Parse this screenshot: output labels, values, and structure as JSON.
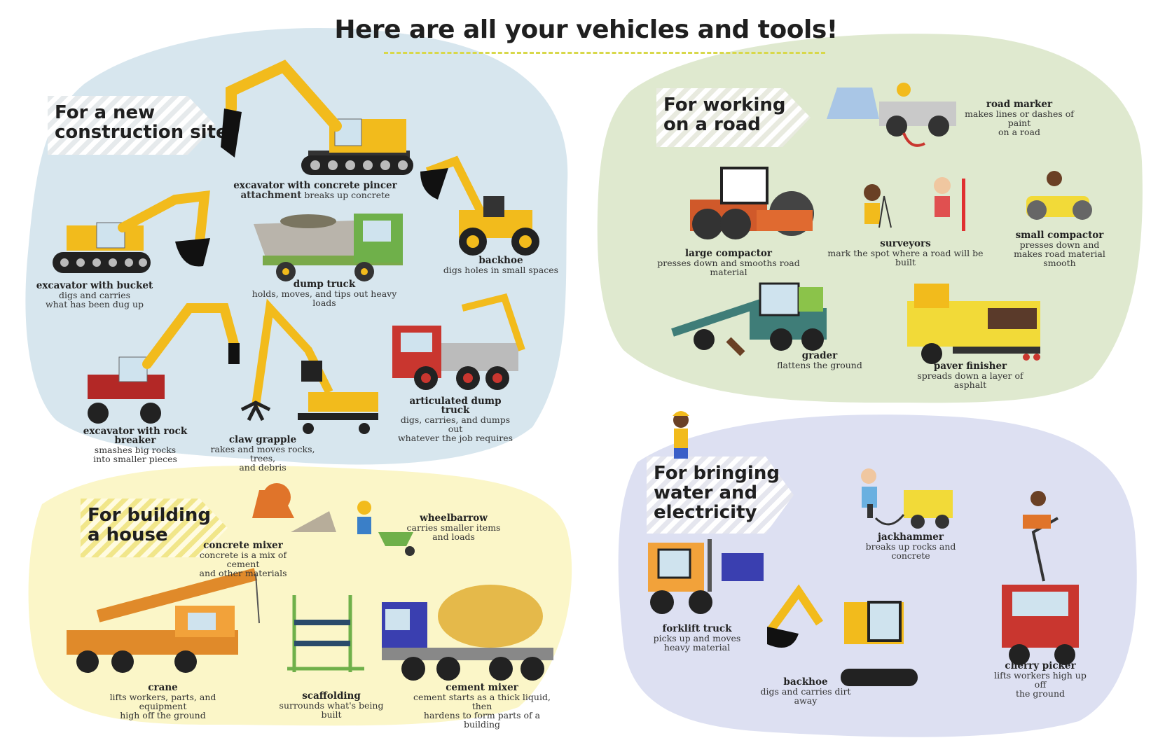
{
  "title": "Here are all your  vehicles and tools!",
  "colors": {
    "site_blob": "#d7e6ee",
    "road_blob": "#dfe9cf",
    "house_blob": "#fbf6c8",
    "utility_blob": "#dde0f2",
    "accent_yellow": "#f2bb1c",
    "stripe": "#dfe3e6"
  },
  "sections": {
    "site": {
      "heading": "For a new\nconstruction site",
      "items": [
        {
          "name": "excavator with concrete pincer",
          "name2": "attachment",
          "desc": "breaks up concrete",
          "icon": "excavator-pincer-icon"
        },
        {
          "name": "excavator with bucket",
          "desc": "digs and carries\nwhat has been dug up",
          "icon": "excavator-bucket-icon"
        },
        {
          "name": "dump truck",
          "desc": "holds, moves, and tips out heavy loads",
          "icon": "dump-truck-icon"
        },
        {
          "name": "backhoe",
          "desc": "digs holes in small spaces",
          "icon": "backhoe-icon"
        },
        {
          "name": "excavator with rock breaker",
          "desc": "smashes big rocks\ninto smaller pieces",
          "icon": "excavator-rock-breaker-icon"
        },
        {
          "name": "claw grapple",
          "desc": "rakes and moves rocks, trees,\nand debris",
          "icon": "claw-grapple-icon"
        },
        {
          "name": "articulated dump truck",
          "desc": "digs, carries, and dumps out\nwhatever the job requires",
          "icon": "articulated-dump-truck-icon"
        }
      ]
    },
    "road": {
      "heading": "For working\non a road",
      "items": [
        {
          "name": "road marker",
          "desc": "makes lines or dashes of paint\non a road",
          "icon": "road-marker-icon"
        },
        {
          "name": "large compactor",
          "desc": "presses down and smooths road material",
          "icon": "large-compactor-icon"
        },
        {
          "name": "surveyors",
          "desc": "mark the spot where a road will be built",
          "icon": "surveyors-icon"
        },
        {
          "name": "small compactor",
          "desc": "presses down and\nmakes road material smooth",
          "icon": "small-compactor-icon"
        },
        {
          "name": "grader",
          "desc": "flattens the ground",
          "icon": "grader-icon"
        },
        {
          "name": "paver finisher",
          "desc": "spreads down a layer of asphalt",
          "icon": "paver-finisher-icon"
        }
      ]
    },
    "house": {
      "heading": "For building\na house",
      "items": [
        {
          "name": "concrete mixer",
          "desc": "concrete is a mix of cement\nand other materials",
          "icon": "concrete-mixer-icon"
        },
        {
          "name": "wheelbarrow",
          "desc": "carries smaller items\nand loads",
          "icon": "wheelbarrow-icon"
        },
        {
          "name": "crane",
          "desc": "lifts workers, parts, and equipment\nhigh off the ground",
          "icon": "crane-icon"
        },
        {
          "name": "scaffolding",
          "desc": "surrounds what's being built",
          "icon": "scaffolding-icon"
        },
        {
          "name": "cement mixer",
          "desc": "cement starts as a thick liquid, then\nhardens to form parts of a building",
          "icon": "cement-mixer-truck-icon"
        }
      ]
    },
    "utility": {
      "heading": "For bringing\nwater and\nelectricity",
      "items": [
        {
          "name": "jackhammer",
          "desc": "breaks up rocks and concrete",
          "icon": "jackhammer-icon"
        },
        {
          "name": "forklift truck",
          "desc": "picks up and moves\nheavy material",
          "icon": "forklift-truck-icon"
        },
        {
          "name": "backhoe",
          "desc": "digs and carries dirt away",
          "icon": "mini-backhoe-icon"
        },
        {
          "name": "cherry picker",
          "desc": "lifts workers high up off\nthe ground",
          "icon": "cherry-picker-icon"
        }
      ]
    }
  }
}
